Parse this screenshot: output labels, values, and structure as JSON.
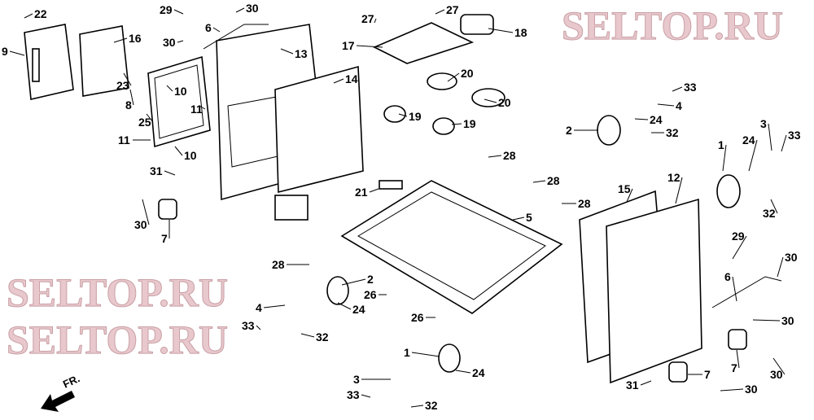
{
  "diagram": {
    "labels": [
      "22",
      "9",
      "16",
      "29",
      "30",
      "6",
      "27",
      "27",
      "18",
      "17",
      "13",
      "14",
      "30",
      "23",
      "8",
      "10",
      "11",
      "25",
      "11",
      "10",
      "20",
      "20",
      "19",
      "19",
      "33",
      "4",
      "24",
      "2",
      "32",
      "3",
      "33",
      "28",
      "28",
      "28",
      "1",
      "24",
      "32",
      "31",
      "21",
      "5",
      "15",
      "12",
      "30",
      "7",
      "29",
      "30",
      "6",
      "28",
      "2",
      "26",
      "4",
      "24",
      "33",
      "32",
      "26",
      "30",
      "7",
      "30",
      "1",
      "24",
      "7",
      "3",
      "31",
      "30",
      "33",
      "32"
    ],
    "front_indicator": "FR.",
    "watermarks": [
      "SELTOP.RU",
      "SELTOP.RU",
      "SELTOP.RU"
    ]
  }
}
